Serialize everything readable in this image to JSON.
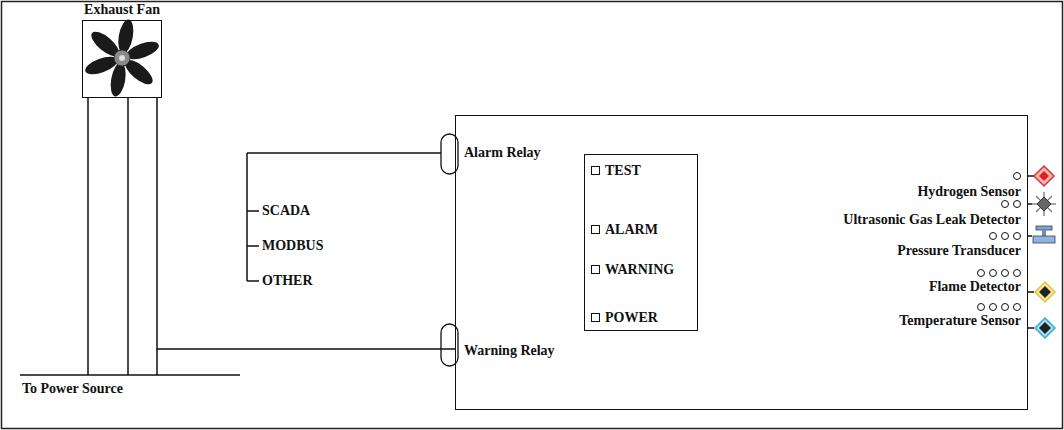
{
  "diagram": {
    "nodes": [
      {
        "text": [
          "Exhaust Fan"
        ]
      },
      {
        "text": [
          "Alarm Relay",
          "Warning Relay",
          "Hydrogen Sensor",
          "Ultrasonic Gas Leak Detector",
          "Pressure Transducer",
          "Flame Detector",
          "Temperature Sensor"
        ]
      },
      {
        "text": [
          "TEST",
          "ALARM",
          "WARNING",
          "POWER"
        ],
        "in": 1
      }
    ],
    "edges": [
      {
        "from": 0,
        "to": 1,
        "arrow": "none"
      }
    ],
    "labels": [
      "SCADA",
      "MODBUS",
      "OTHER",
      "To Power Source"
    ]
  }
}
